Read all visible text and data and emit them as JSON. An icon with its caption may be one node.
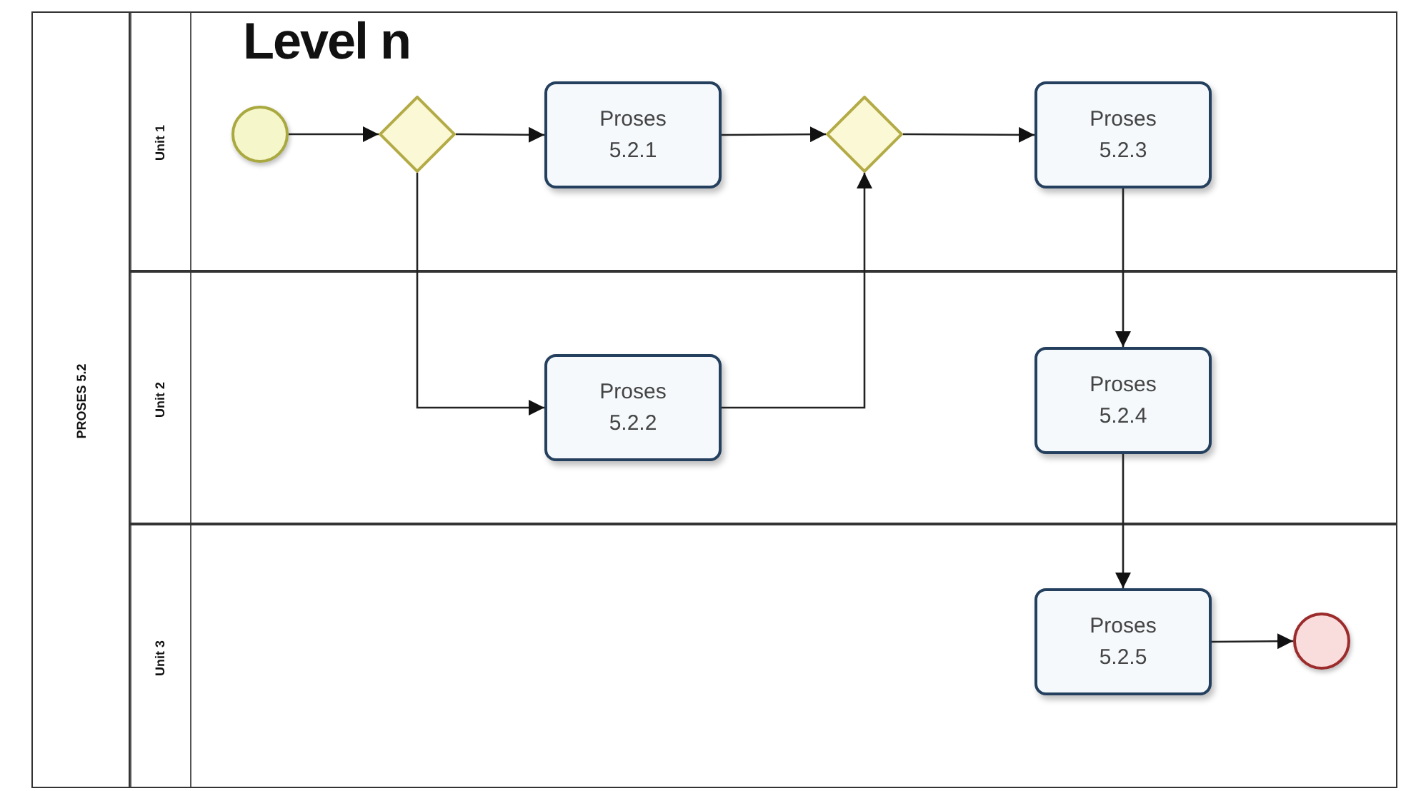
{
  "diagram": {
    "title": "Level n",
    "nodes": [
      {
        "text": [
          "PROSES 5.2"
        ]
      },
      {
        "text": [
          "Unit 1"
        ],
        "in": 0
      },
      {
        "text": [
          "Unit 2"
        ],
        "in": 0
      },
      {
        "text": [
          "Unit 3"
        ],
        "in": 0
      },
      {
        "text": [],
        "shape": "circle",
        "in": 1
      },
      {
        "text": [],
        "shape": "diamond",
        "in": 1
      },
      {
        "text": [
          "Proses 5.2.1"
        ],
        "in": 1
      },
      {
        "text": [],
        "shape": "diamond",
        "in": 1
      },
      {
        "text": [
          "Proses 5.2.3"
        ],
        "in": 1
      },
      {
        "text": [
          "Proses 5.2.2"
        ],
        "in": 2
      },
      {
        "text": [
          "Proses 5.2.4"
        ],
        "in": 2
      },
      {
        "text": [
          "Proses 5.2.5"
        ],
        "in": 3
      },
      {
        "text": [],
        "shape": "circle",
        "in": 3
      }
    ],
    "edges": [
      {
        "from": 4,
        "to": 5,
        "arrow": "to"
      },
      {
        "from": 5,
        "to": 6,
        "arrow": "to"
      },
      {
        "from": 6,
        "to": 7,
        "arrow": "to"
      },
      {
        "from": 7,
        "to": 8,
        "arrow": "to"
      },
      {
        "from": 5,
        "to": 9,
        "arrow": "to"
      },
      {
        "from": 9,
        "to": 7,
        "arrow": "to"
      },
      {
        "from": 8,
        "to": 10,
        "arrow": "to"
      },
      {
        "from": 10,
        "to": 11,
        "arrow": "to"
      },
      {
        "from": 11,
        "to": 12,
        "arrow": "to"
      }
    ]
  }
}
